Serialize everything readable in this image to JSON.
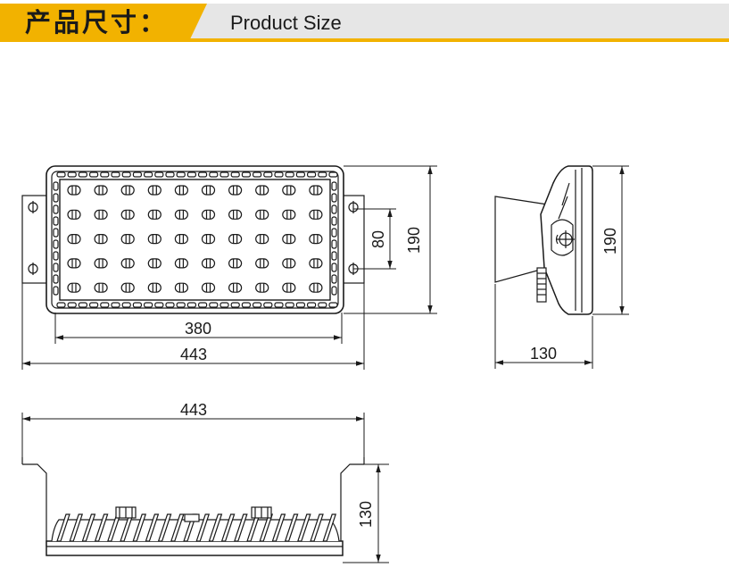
{
  "header": {
    "title_cn": "产品尺寸：",
    "title_en": "Product Size",
    "accent_color": "#f2b200",
    "bar_color": "#e6e6e6"
  },
  "front_view": {
    "dim_inner_width": "380",
    "dim_total_width": "443",
    "dim_height": "190",
    "dim_mount_spacing": "80"
  },
  "side_view": {
    "dim_height": "190",
    "dim_depth": "130"
  },
  "bottom_view": {
    "dim_total_width": "443",
    "dim_depth": "130"
  }
}
